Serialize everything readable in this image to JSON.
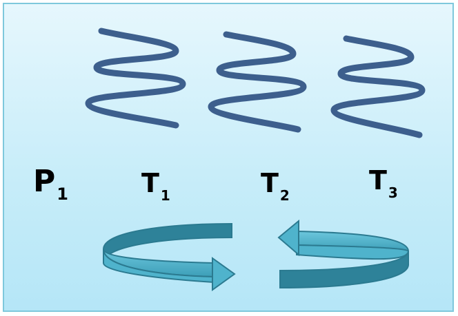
{
  "labels": {
    "p1": {
      "main": "P",
      "sub": "1"
    },
    "t1": {
      "main": "T",
      "sub": "1"
    },
    "t2": {
      "main": "T",
      "sub": "2"
    },
    "t3": {
      "main": "T",
      "sub": "3"
    }
  },
  "colors": {
    "coil": "#3d5f8d",
    "arrow_fill": "#4fb3cc",
    "arrow_dark": "#2e8299",
    "arrow_stroke": "#2b7a90",
    "border": "#7ec8dc"
  },
  "icons": [
    "coil-icon",
    "circular-arrow-icon"
  ]
}
